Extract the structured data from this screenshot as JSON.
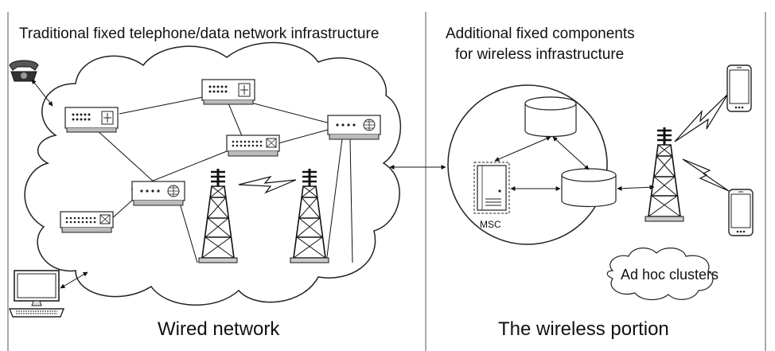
{
  "left_panel": {
    "title": "Traditional fixed telephone/data network infrastructure",
    "caption": "Wired network"
  },
  "right_panel": {
    "title_line1": "Additional fixed components",
    "title_line2": "for wireless infrastructure",
    "caption": "The wireless portion",
    "msc_label": "MSC",
    "adhoc_label": "Ad hoc clusters"
  },
  "icons": [
    "telephone-icon",
    "computer-icon",
    "router-icon",
    "switch-icon",
    "tower-icon",
    "database-icon",
    "server-icon",
    "smartphone-icon",
    "lightning-link-icon"
  ]
}
